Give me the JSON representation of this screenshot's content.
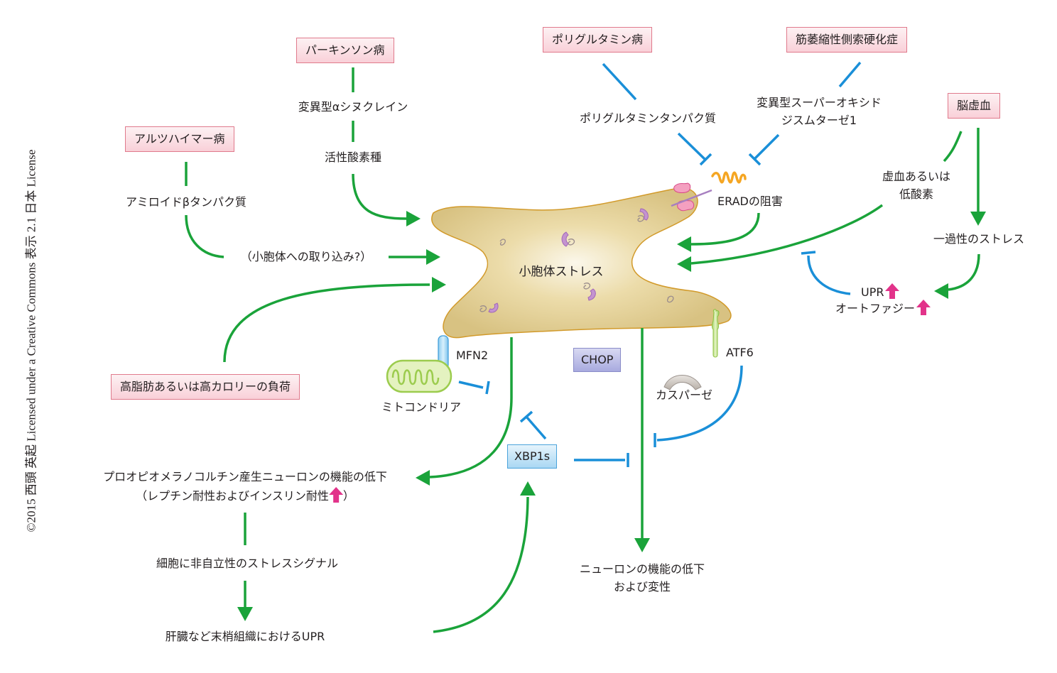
{
  "copyright": "©2015 西頭 英起 Licensed under a Creative Commons 表示 2.1 日本 License",
  "colors": {
    "activation_arrow": "#1aa33a",
    "inhibition": "#1a8fd8",
    "increase_arrow": "#e2338a",
    "disease_box_border": "#e07a8c",
    "cell_fill": "#dcc68a",
    "cell_outline": "#d29a2a"
  },
  "diseases": {
    "parkinson": "パーキンソン病",
    "alzheimer": "アルツハイマー病",
    "polyglutamine": "ポリグルタミン病",
    "als": "筋萎縮性側索硬化症",
    "cerebral_ischemia": "脳虚血",
    "high_fat": "高脂肪あるいは高カロリーの負荷"
  },
  "nodes": {
    "mutant_alpha_synuclein": "変異型αシヌクレイン",
    "ros": "活性酸素種",
    "amyloid_beta": "アミロイドβタンパク質",
    "er_uptake": "（小胞体への取り込み?）",
    "polyglutamine_protein": "ポリグルタミンタンパク質",
    "mutant_sod1_line1": "変異型スーパーオキシド",
    "mutant_sod1_line2": "ジスムターゼ1",
    "erad_inhibition": "ERADの阻害",
    "ischemia_hypoxia_line1": "虚血あるいは",
    "ischemia_hypoxia_line2": "低酸素",
    "transient_stress": "一過性のストレス",
    "upr": "UPR",
    "autophagy": "オートファジー",
    "er_stress": "小胞体ストレス",
    "mfn2": "MFN2",
    "mitochondria": "ミトコンドリア",
    "chop": "CHOP",
    "atf6": "ATF6",
    "caspase": "カスパーゼ",
    "xbp1s": "XBP1s",
    "pomc_line1": "プロオピオメラノコルチン産生ニューロンの機能の低下",
    "pomc_line2_a": "（レプチン耐性およびインスリン耐性",
    "pomc_line2_b": "）",
    "non_autonomous_signal": "細胞に非自立性のストレスシグナル",
    "peripheral_upr": "肝臓など末梢組織におけるUPR",
    "neuron_decline_line1": "ニューロンの機能の低下",
    "neuron_decline_line2": "および変性"
  },
  "icons": {
    "increase": "pink-up-arrow",
    "activation": "green-arrow",
    "inhibition": "blue-t-bar"
  }
}
